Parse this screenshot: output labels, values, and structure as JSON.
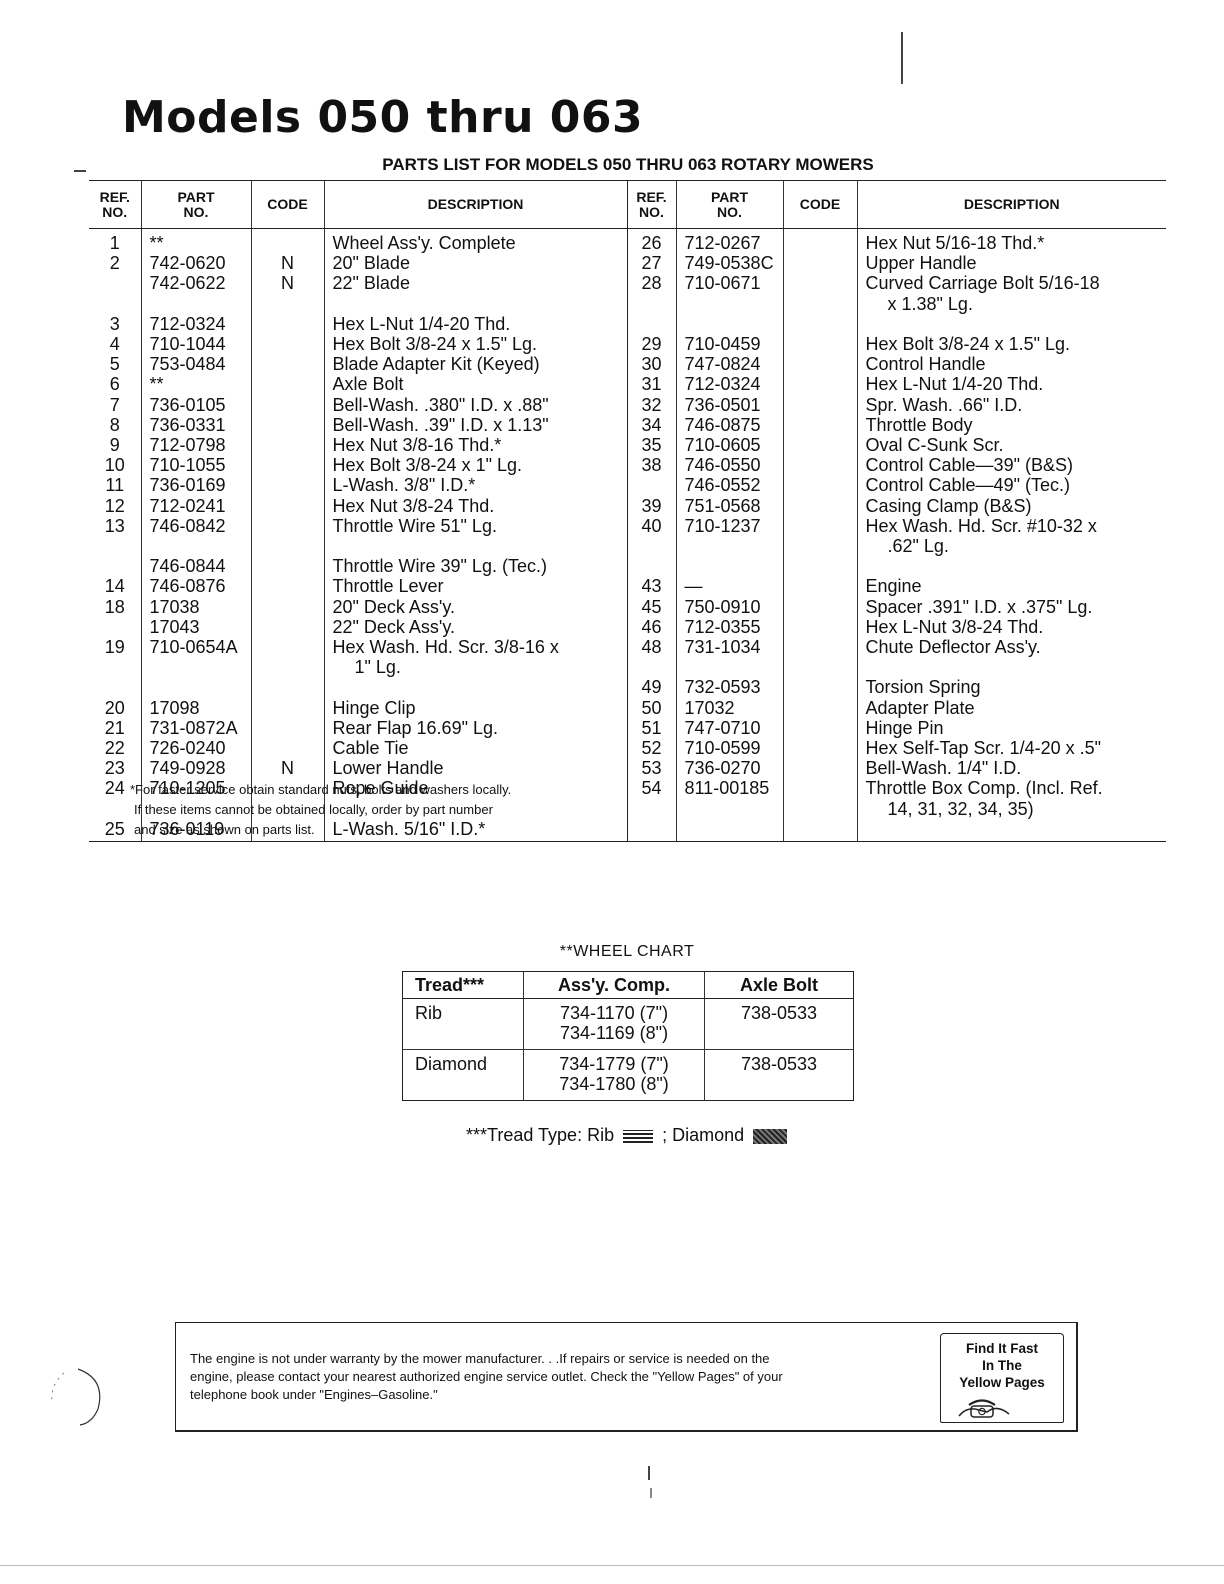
{
  "page": {
    "title": "Models 050 thru 063",
    "parts_heading": "PARTS LIST FOR MODELS 050 THRU 063 ROTARY MOWERS"
  },
  "parts_table": {
    "headers": {
      "ref_line1": "REF.",
      "ref_line2": "NO.",
      "part_line1": "PART",
      "part_line2": "NO.",
      "code": "CODE",
      "description": "DESCRIPTION"
    },
    "rows": [
      {
        "left": {
          "ref": "1",
          "part": "**",
          "code": "",
          "desc": "Wheel Ass'y. Complete",
          "desc2": ""
        },
        "right": {
          "ref": "26",
          "part": "712-0267",
          "code": "",
          "desc": "Hex Nut 5/16-18 Thd.*",
          "desc2": ""
        }
      },
      {
        "left": {
          "ref": "2",
          "part": "742-0620",
          "code": "N",
          "desc": "20\" Blade",
          "desc2": ""
        },
        "right": {
          "ref": "27",
          "part": "749-0538C",
          "code": "",
          "desc": "Upper Handle",
          "desc2": ""
        }
      },
      {
        "left": {
          "ref": "",
          "part": "742-0622",
          "code": "N",
          "desc": "22\" Blade",
          "desc2": ""
        },
        "right": {
          "ref": "28",
          "part": "710-0671",
          "code": "",
          "desc": "Curved Carriage Bolt 5/16-18",
          "desc2": "x 1.38\" Lg."
        }
      },
      {
        "left": {
          "ref": "3",
          "part": "712-0324",
          "code": "",
          "desc": "Hex L-Nut 1/4-20 Thd.",
          "desc2": ""
        },
        "right": null
      },
      {
        "left": {
          "ref": "4",
          "part": "710-1044",
          "code": "",
          "desc": "Hex Bolt 3/8-24 x 1.5\" Lg.",
          "desc2": ""
        },
        "right": {
          "ref": "29",
          "part": "710-0459",
          "code": "",
          "desc": "Hex Bolt 3/8-24 x 1.5\" Lg.",
          "desc2": ""
        }
      },
      {
        "left": {
          "ref": "5",
          "part": "753-0484",
          "code": "",
          "desc": "Blade Adapter Kit (Keyed)",
          "desc2": ""
        },
        "right": {
          "ref": "30",
          "part": "747-0824",
          "code": "",
          "desc": "Control Handle",
          "desc2": ""
        }
      },
      {
        "left": {
          "ref": "6",
          "part": "**",
          "code": "",
          "desc": "Axle Bolt",
          "desc2": ""
        },
        "right": {
          "ref": "31",
          "part": "712-0324",
          "code": "",
          "desc": "Hex L-Nut 1/4-20 Thd.",
          "desc2": ""
        }
      },
      {
        "left": {
          "ref": "7",
          "part": "736-0105",
          "code": "",
          "desc": "Bell-Wash. .380\" I.D. x .88\"",
          "desc2": ""
        },
        "right": {
          "ref": "32",
          "part": "736-0501",
          "code": "",
          "desc": "Spr. Wash. .66\" I.D.",
          "desc2": ""
        }
      },
      {
        "left": {
          "ref": "8",
          "part": "736-0331",
          "code": "",
          "desc": "Bell-Wash. .39\" I.D. x 1.13\"",
          "desc2": ""
        },
        "right": {
          "ref": "34",
          "part": "746-0875",
          "code": "",
          "desc": "Throttle Body",
          "desc2": ""
        }
      },
      {
        "left": {
          "ref": "9",
          "part": "712-0798",
          "code": "",
          "desc": "Hex Nut 3/8-16 Thd.*",
          "desc2": ""
        },
        "right": {
          "ref": "35",
          "part": "710-0605",
          "code": "",
          "desc": "Oval C-Sunk Scr.",
          "desc2": ""
        }
      },
      {
        "left": {
          "ref": "10",
          "part": "710-1055",
          "code": "",
          "desc": "Hex Bolt 3/8-24 x 1\" Lg.",
          "desc2": ""
        },
        "right": {
          "ref": "38",
          "part": "746-0550",
          "code": "",
          "desc": "Control Cable—39\" (B&S)",
          "desc2": ""
        }
      },
      {
        "left": {
          "ref": "11",
          "part": "736-0169",
          "code": "",
          "desc": "L-Wash. 3/8\" I.D.*",
          "desc2": ""
        },
        "right": {
          "ref": "",
          "part": "746-0552",
          "code": "",
          "desc": "Control Cable—49\" (Tec.)",
          "desc2": ""
        }
      },
      {
        "left": {
          "ref": "12",
          "part": "712-0241",
          "code": "",
          "desc": "Hex Nut 3/8-24 Thd.",
          "desc2": ""
        },
        "right": {
          "ref": "39",
          "part": "751-0568",
          "code": "",
          "desc": "Casing Clamp (B&S)",
          "desc2": ""
        }
      },
      {
        "left": {
          "ref": "13",
          "part": "746-0842",
          "code": "",
          "desc": "Throttle Wire 51\" Lg.",
          "desc2": ""
        },
        "right": {
          "ref": "40",
          "part": "710-1237",
          "code": "",
          "desc": "Hex Wash. Hd. Scr. #10-32 x",
          "desc2": ".62\" Lg."
        }
      },
      {
        "left": {
          "ref": "",
          "part": "746-0844",
          "code": "",
          "desc": "Throttle Wire 39\" Lg. (Tec.)",
          "desc2": ""
        },
        "right": null
      },
      {
        "left": {
          "ref": "14",
          "part": "746-0876",
          "code": "",
          "desc": "Throttle Lever",
          "desc2": ""
        },
        "right": {
          "ref": "43",
          "part": "—",
          "code": "",
          "desc": "Engine",
          "desc2": ""
        }
      },
      {
        "left": {
          "ref": "18",
          "part": "17038",
          "code": "",
          "desc": "20\" Deck Ass'y.",
          "desc2": ""
        },
        "right": {
          "ref": "45",
          "part": "750-0910",
          "code": "",
          "desc": "Spacer .391\" I.D. x .375\" Lg.",
          "desc2": ""
        }
      },
      {
        "left": {
          "ref": "",
          "part": "17043",
          "code": "",
          "desc": "22\" Deck Ass'y.",
          "desc2": ""
        },
        "right": {
          "ref": "46",
          "part": "712-0355",
          "code": "",
          "desc": "Hex L-Nut 3/8-24 Thd.",
          "desc2": ""
        }
      },
      {
        "left": {
          "ref": "19",
          "part": "710-0654A",
          "code": "",
          "desc": "Hex Wash. Hd. Scr. 3/8-16 x",
          "desc2": "1\" Lg."
        },
        "right": {
          "ref": "48",
          "part": "731-1034",
          "code": "",
          "desc": "Chute Deflector Ass'y.",
          "desc2": ""
        }
      },
      {
        "left": null,
        "right": {
          "ref": "49",
          "part": "732-0593",
          "code": "",
          "desc": "Torsion Spring",
          "desc2": ""
        }
      },
      {
        "left": {
          "ref": "20",
          "part": "17098",
          "code": "",
          "desc": "Hinge Clip",
          "desc2": ""
        },
        "right": {
          "ref": "50",
          "part": "17032",
          "code": "",
          "desc": "Adapter Plate",
          "desc2": ""
        }
      },
      {
        "left": {
          "ref": "21",
          "part": "731-0872A",
          "code": "",
          "desc": "Rear Flap 16.69\" Lg.",
          "desc2": ""
        },
        "right": {
          "ref": "51",
          "part": "747-0710",
          "code": "",
          "desc": "Hinge Pin",
          "desc2": ""
        }
      },
      {
        "left": {
          "ref": "22",
          "part": "726-0240",
          "code": "",
          "desc": "Cable Tie",
          "desc2": ""
        },
        "right": {
          "ref": "52",
          "part": "710-0599",
          "code": "",
          "desc": "Hex Self-Tap Scr. 1/4-20 x .5\"",
          "desc2": ""
        }
      },
      {
        "left": {
          "ref": "23",
          "part": "749-0928",
          "code": "N",
          "desc": "Lower Handle",
          "desc2": ""
        },
        "right": {
          "ref": "53",
          "part": "736-0270",
          "code": "",
          "desc": "Bell-Wash. 1/4\" I.D.",
          "desc2": ""
        }
      },
      {
        "left": {
          "ref": "24",
          "part": "710-1205",
          "code": "",
          "desc": "Rope Guide",
          "desc2": ""
        },
        "right": {
          "ref": "54",
          "part": "811-00185",
          "code": "",
          "desc": "Throttle Box Comp. (Incl. Ref.",
          "desc2": "14, 31, 32, 34, 35)"
        }
      },
      {
        "left": {
          "ref": "25",
          "part": "736-0119",
          "code": "",
          "desc": "L-Wash. 5/16\" I.D.*",
          "desc2": ""
        },
        "right": null
      }
    ]
  },
  "footnote": {
    "line1": "*For faster service obtain standard nuts, bolts and washers locally.",
    "line2": "If these items cannot be obtained locally, order by part number",
    "line3": "and size as shown on parts list."
  },
  "wheel_chart": {
    "heading": "**WHEEL CHART",
    "headers": {
      "tread": "Tread***",
      "assy": "Ass'y. Comp.",
      "axle": "Axle Bolt"
    },
    "rows": [
      {
        "tread": "Rib",
        "assy1": "734-1170 (7\")",
        "assy2": "734-1169 (8\")",
        "axle": "738-0533"
      },
      {
        "tread": "Diamond",
        "assy1": "734-1779 (7\")",
        "assy2": "734-1780 (8\")",
        "axle": "738-0533"
      }
    ]
  },
  "tread_legend": {
    "prefix": "***Tread Type: Rib",
    "separator": "; Diamond"
  },
  "notice": {
    "line1": "The engine is not under warranty by the mower manufacturer. . .If repairs or service is needed on the",
    "line2": "engine, please contact your nearest authorized engine service outlet. Check the \"Yellow Pages\" of your",
    "line3": "telephone book under \"Engines–Gasoline.\""
  },
  "yellow_pages_badge": {
    "line1": "Find It Fast",
    "line2": "In The",
    "line3": "Yellow Pages",
    "icon": "telephone-icon"
  }
}
